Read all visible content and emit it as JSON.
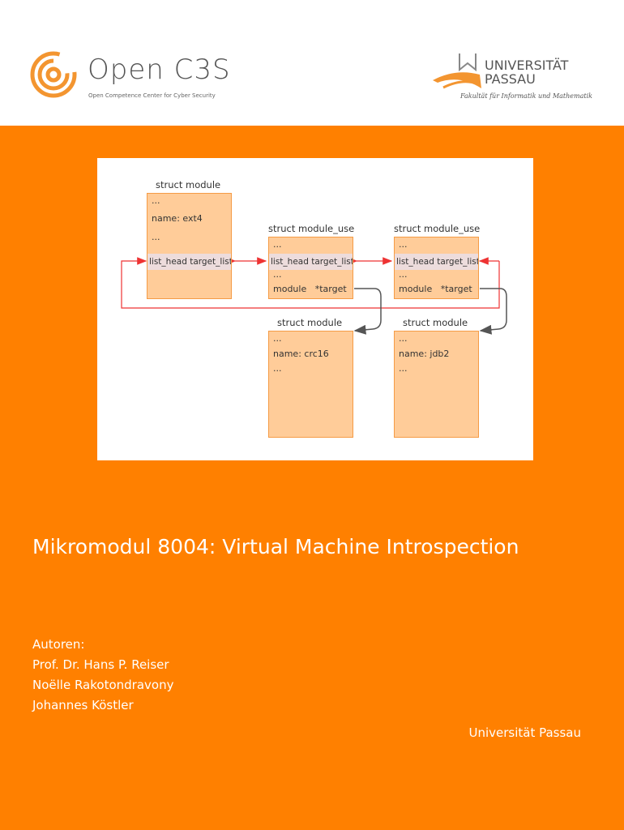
{
  "header": {
    "logo_left": {
      "name": "Open C3S",
      "subtitle": "Open Competence Center for Cyber Security"
    },
    "logo_right": {
      "name": "UNIVERSITÄT PASSAU",
      "subtitle": "Fakultät für Informatik und Mathematik"
    }
  },
  "diagram": {
    "module_ext4": {
      "title": "struct module",
      "lines": [
        "...",
        "name: ext4",
        "..."
      ],
      "list_head": "list_head target_list"
    },
    "module_use_1": {
      "title": "struct module_use",
      "top": "...",
      "list_head": "list_head target_list",
      "bottom": "...",
      "target": "module   *target"
    },
    "module_use_2": {
      "title": "struct module_use",
      "top": "...",
      "list_head": "list_head target_list",
      "bottom": "...",
      "target": "module   *target"
    },
    "module_crc16": {
      "title": "struct module",
      "lines": [
        "...",
        "name: crc16",
        "..."
      ]
    },
    "module_jdb2": {
      "title": "struct module",
      "lines": [
        "...",
        "name: jdb2",
        "..."
      ]
    }
  },
  "title": "Mikromodul 8004: Virtual Machine Introspection",
  "authors": {
    "label": "Autoren:",
    "names": [
      "Prof. Dr. Hans P. Reiser",
      "Noëlle Rakotondravony",
      "Johannes Köstler"
    ]
  },
  "institution": "Universität Passau",
  "colors": {
    "orange": "#FF8000",
    "box": "#FFCC99",
    "arrow_red": "#EE3333"
  }
}
